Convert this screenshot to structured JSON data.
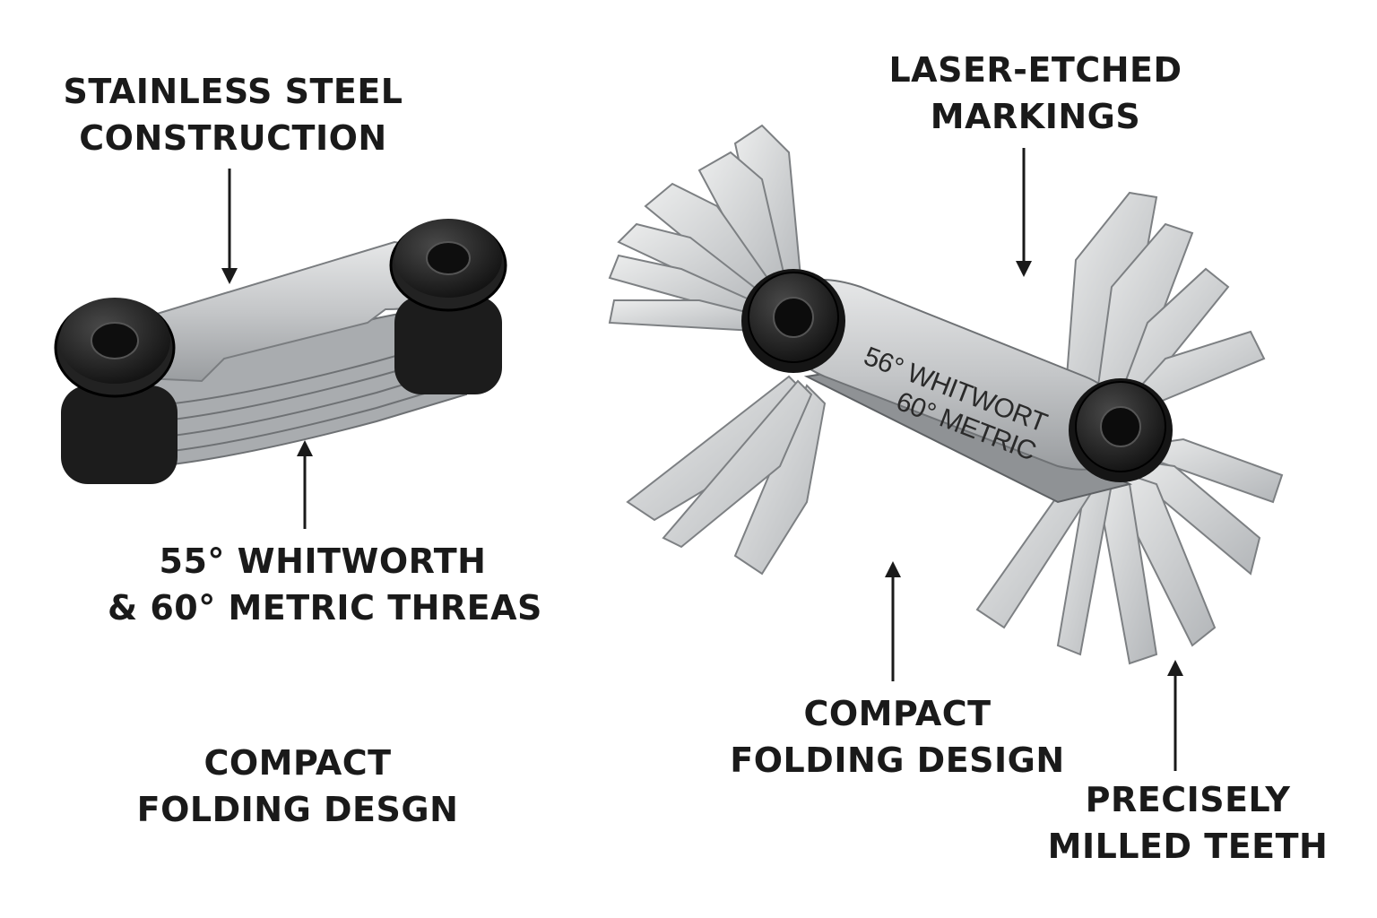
{
  "callouts": {
    "stainless": {
      "line1": "STAINLESS STEEL",
      "line2": "CONSTRUCTION"
    },
    "whitworth_left": {
      "line1": "55° WHITWORTH",
      "line2": "& 60° METRIC THREAS"
    },
    "compact_left": {
      "line1": "COMPACT",
      "line2": "FOLDING DESGN"
    },
    "laser": {
      "line1": "LASER-ETCHED",
      "line2": "MARKINGS"
    },
    "compact_right": {
      "line1": "COMPACT",
      "line2": "FOLDING DESIGN"
    },
    "precise": {
      "line1": "PRECISELY",
      "line2": "MILLED TEETH"
    }
  },
  "gauge_marking": {
    "line1": "56° WHITWORT",
    "line2": "60° METRIC"
  },
  "colors": {
    "steel": "#c9cbcd",
    "steel_dark": "#8f9295",
    "knob": "#1c1c1c",
    "text": "#1a1a1a"
  }
}
